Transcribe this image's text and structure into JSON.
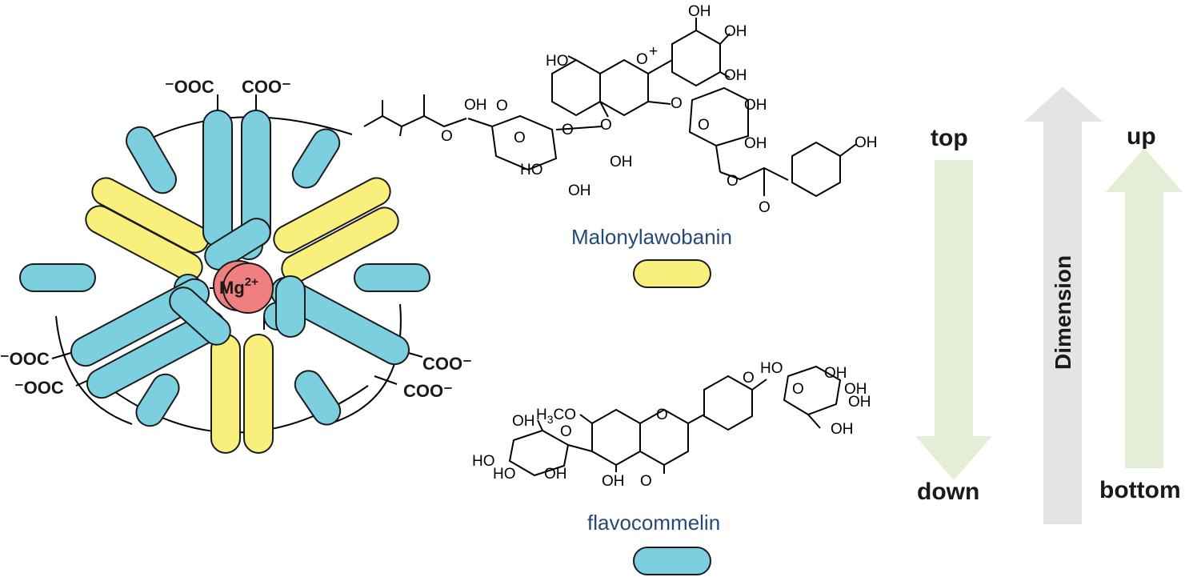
{
  "complex": {
    "metal_label": "Mg",
    "metal_charge": "2+",
    "carboxylates": {
      "top_left": "⁻OOC",
      "top_right": "COO⁻",
      "left_upper": "⁻OOC",
      "left_lower": "⁻OOC",
      "right_upper": "COO⁻",
      "right_lower": "COO⁻"
    }
  },
  "molecules": {
    "top": {
      "name": "Malonylawobanin",
      "atoms": {
        "oh_b_top": "OH",
        "oh_b_right": "OH",
        "oh_b_low": "OH",
        "ho_a7": "HO",
        "o_plus": "O",
        "plus": "+",
        "o_5": "O",
        "o_3": "O",
        "oh_mal": "OH",
        "o_mal_ester": "O",
        "o_mal_keto1": "O",
        "o_mal_keto2": "O",
        "o_ring1": "O",
        "ho_g1_4": "HO",
        "oh_g1_3": "OH",
        "oh_g1_2": "OH",
        "o_ring2": "O",
        "oh_g2_2": "OH",
        "oh_g2_3": "OH",
        "o_coum_ester": "O",
        "o_coum_keto": "O",
        "oh_phenol": "OH"
      }
    },
    "bottom": {
      "name": "flavocommelin",
      "atoms": {
        "h3co": "H",
        "h3co_sub": "3",
        "h3co_tail": "CO",
        "o_chromone": "O",
        "o_keto": "O",
        "oh_5": "OH",
        "o_ether": "O",
        "oh_glc_c6": "OH",
        "o_glc_ring": "O",
        "ho_glc_4": "HO",
        "ho_glc_3": "HO",
        "oh_glc_2": "OH",
        "ho_glc2_top": "HO",
        "oh_glc2_top": "OH",
        "o_glc2_ring": "O",
        "oh_glc2_a": "OH",
        "oh_glc2_b": "OH",
        "oh_glc2_c": "OH"
      }
    }
  },
  "arrows": {
    "top_label": "top",
    "down_label": "down",
    "up_label": "up",
    "bottom_label": "bottom",
    "dimension_label": "Dimension"
  },
  "colors": {
    "blue_pill": "#7ccfdf",
    "yellow_pill": "#f8ef7c",
    "metal": "#f08080",
    "arrow_green": "#e4eed6",
    "arrow_gray": "#e3e4e6",
    "name_text": "#234a78"
  }
}
